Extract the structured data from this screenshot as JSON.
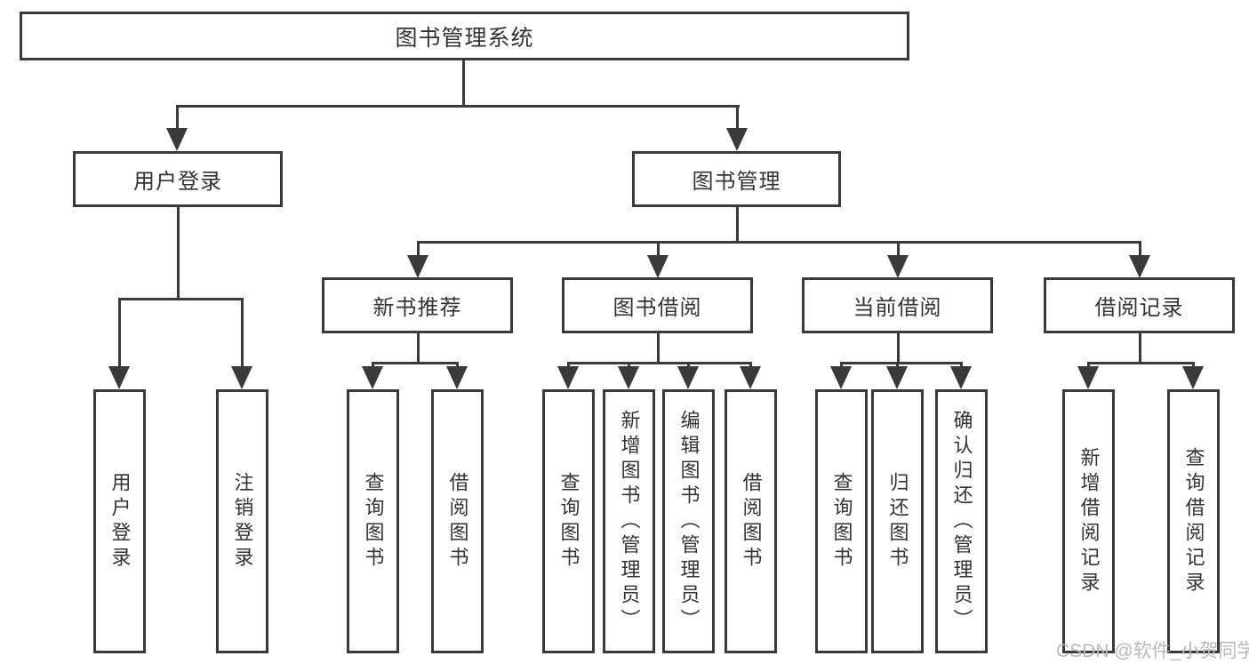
{
  "diagram": {
    "nodes": {
      "root": "图书管理系统",
      "user_login": "用户登录",
      "book_mgmt": "图书管理",
      "new_books": "新书推荐",
      "book_borrow": "图书借阅",
      "current_borrow": "当前借阅",
      "borrow_records": "借阅记录"
    },
    "leaves": {
      "user_login": [
        "用户登录",
        "注销登录"
      ],
      "new_books": [
        "查询图书",
        "借阅图书"
      ],
      "book_borrow": [
        "查询图书",
        "新增图书（管理员）",
        "编辑图书（管理员）",
        "借阅图书"
      ],
      "current_borrow": [
        "查询图书",
        "归还图书",
        "确认归还（管理员）"
      ],
      "borrow_records": [
        "新增借阅记录",
        "查询借阅记录"
      ]
    }
  },
  "watermark": "CSDN @软件_小贺同学",
  "colors": {
    "line": "#3a3a3a",
    "text": "#333333",
    "watermark": "#b9b9b9",
    "background": "#ffffff"
  }
}
